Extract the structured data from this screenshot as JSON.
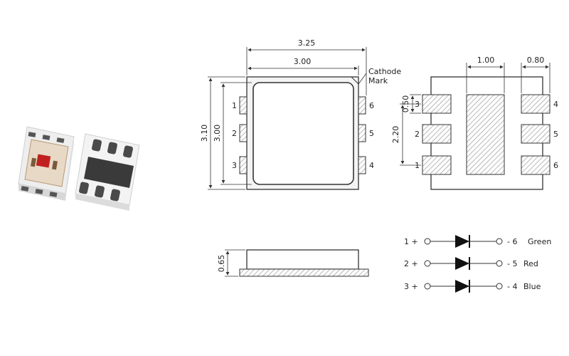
{
  "colors": {
    "line": "#333333",
    "hatch": "#9a9a9a",
    "package_body": "#f4f4f4",
    "window": "#ffffff",
    "led_red": "#c0211f",
    "dark_pad": "#3a3a3a"
  },
  "top_view": {
    "overall_width": "3.25",
    "body_width": "3.00",
    "overall_height": "3.10",
    "body_height": "3.00",
    "cathode_label_line1": "Cathode",
    "cathode_label_line2": "Mark",
    "pins_left": [
      "1",
      "2",
      "3"
    ],
    "pins_right": [
      "6",
      "5",
      "4"
    ]
  },
  "bottom_view": {
    "center_pad_width": "1.00",
    "outer_pad_width": "0.80",
    "pad_height": "0.50",
    "pad_span": "2.20",
    "pins_left": [
      "3",
      "2",
      "1"
    ],
    "pins_right": [
      "4",
      "5",
      "6"
    ]
  },
  "side_view": {
    "thickness": "0.65"
  },
  "circuit": {
    "rows": [
      {
        "anode": "1 +",
        "cathode": "- 6",
        "color": "Green"
      },
      {
        "anode": "2 +",
        "cathode": "- 5",
        "color": "Red"
      },
      {
        "anode": "3 +",
        "cathode": "- 4",
        "color": "Blue"
      }
    ]
  },
  "icons": {
    "photo_top": "rgb-led-chip-top-icon",
    "photo_bottom": "rgb-led-chip-bottom-icon",
    "diode": "diode-symbol-icon"
  }
}
